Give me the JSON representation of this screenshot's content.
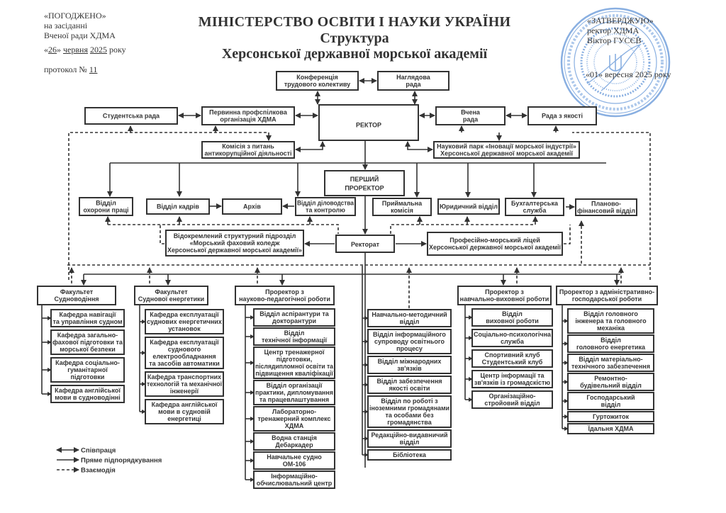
{
  "header_left": {
    "approved_label": "«ПОГОДЖЕНО»",
    "line2": "на засіданні",
    "line3": "Вченої ради ХДМА",
    "date_day": "26",
    "date_month": "червня",
    "date_year": "2025",
    "date_suffix": "року",
    "protocol_label": "протокол №",
    "protocol_number": "11"
  },
  "header_right": {
    "approve_label": "«ЗАТВЕРДЖУЮ»",
    "line2": "ректор ХДМА",
    "line3": "Віктор ГУСЄВ",
    "date": "«01» вересня 2025 року",
    "stamp_text": "МІНІСТЕРСТВО ОСВІТИ І НАУКИ УКРАЇНИ ХЕРСОНСЬКА ДЕРЖАВНА МОРСЬКА АКАДЕМІЯ KHERSON STATE MARITIME ACADEMY MINISTRY OF EDUCATION AND SCIENCE OF UKRAINE 02199300",
    "stamp_color": "#2a6fc9"
  },
  "title": {
    "ministry": "МІНІСТЕРСТВО ОСВІТИ І НАУКИ УКРАЇНИ",
    "line2": "Структура",
    "line3": "Херсонської державної морської академії"
  },
  "nodes": {
    "conference": [
      "Конференція",
      "трудового колективу"
    ],
    "supervisory": [
      "Наглядова",
      "рада"
    ],
    "student_council": [
      "Студентська рада"
    ],
    "trade_union": [
      "Первинна профспілкова",
      "організація ХДМА"
    ],
    "rector": [
      "РЕКТОР"
    ],
    "academic_council": [
      "Вчена",
      "рада"
    ],
    "quality_council": [
      "Рада з якості"
    ],
    "anticorruption": [
      "Комісія з питань",
      "антикорупційної діяльності"
    ],
    "science_park": [
      "Науковий парк «Іновації морської індустрії»",
      "Херсонської державної морської академії"
    ],
    "first_vice": [
      "ПЕРШИЙ",
      "ПРОРЕКТОР"
    ],
    "labor_safety": [
      "Відділ",
      "охорони праці"
    ],
    "hr": [
      "Відділ кадрів"
    ],
    "archive": [
      "Архів"
    ],
    "records": [
      "Відділ діловодства",
      "та контролю"
    ],
    "admissions": [
      "Приймальна",
      "комісія"
    ],
    "legal": [
      "Юридичний відділ"
    ],
    "accounting": [
      "Бухгалтерська",
      "служба"
    ],
    "finance": [
      "Планово-",
      "фінансовий відділ"
    ],
    "college": [
      "Відокремлений структурний підрозділ",
      "«Морський фаховий коледж",
      "Херсонської державної морської академії»"
    ],
    "rectorate": [
      "Ректорат"
    ],
    "lyceum": [
      "Професійно-морський ліцей",
      "Херсонської державної морської академії"
    ]
  },
  "columns": [
    {
      "head": [
        "Факультет",
        "Судноводіння"
      ],
      "items": [
        [
          "Кафедра навігації",
          "та управління судном"
        ],
        [
          "Кафедра загально-",
          "фахової підготовки та",
          "морської безпеки"
        ],
        [
          "Кафедра соціально-",
          "гуманітарної",
          "підготовки"
        ],
        [
          "Кафедра англійської",
          "мови в судноводінні"
        ]
      ]
    },
    {
      "head": [
        "Факультет",
        "Суднової енергетики"
      ],
      "items": [
        [
          "Кафедра експлуатації",
          "суднових енергетичних",
          "установок"
        ],
        [
          "Кафедра експлуатації",
          "суднового",
          "електрообладнання",
          "та засобів автоматики"
        ],
        [
          "Кафедра транспортних",
          "технологій та механічної",
          "інженерії"
        ],
        [
          "Кафедра англійської",
          "мови в судновій",
          "енергетиці"
        ]
      ]
    },
    {
      "head": [
        "Проректор з",
        "науково-педагогічної роботи"
      ],
      "items": [
        [
          "Відділ аспірантури та",
          "докторантури"
        ],
        [
          "Відділ",
          "технічної інформації"
        ],
        [
          "Центр тренажерної",
          "підготовки,",
          "післядипломної освіти та",
          "підвищення кваліфікації"
        ],
        [
          "Відділ організації",
          "практики, дипломування",
          "та працевлаштування"
        ],
        [
          "Лабораторно-",
          "тренажерний комплекс",
          "ХДМА"
        ],
        [
          "Водна станція",
          "Дебаркадер"
        ],
        [
          "Навчальне судно",
          "ОМ-106"
        ],
        [
          "Інформаційно-",
          "обчислювальний центр"
        ]
      ]
    },
    {
      "head": [],
      "items": [
        [
          "Навчально-методичний",
          "відділ"
        ],
        [
          "Відділ інформаційного",
          "супроводу освітнього",
          "процесу"
        ],
        [
          "Відділ міжнародних",
          "зв'язків"
        ],
        [
          "Відділ забезпечення",
          "якості освіти"
        ],
        [
          "Відділ по роботі з",
          "іноземними громадянами",
          "та особами без",
          "громадянства"
        ],
        [
          "Редакційно-видавничий",
          "відділ"
        ],
        [
          "Бібліотека"
        ]
      ]
    },
    {
      "head": [
        "Проректор з",
        "навчально-виховної роботи"
      ],
      "items": [
        [
          "Відділ",
          "виховної роботи"
        ],
        [
          "Соціально-психологічна",
          "служба"
        ],
        [
          "Спортивний клуб",
          "Студентський клуб"
        ],
        [
          "Центр інформації та",
          "зв'язків із громадскістю"
        ],
        [
          "Організаційно-",
          "стройовий відділ"
        ]
      ]
    },
    {
      "head": [
        "Проректор з адміністративно-",
        "господарської роботи"
      ],
      "items": [
        [
          "Відділ головного",
          "інженера та головного",
          "механіка"
        ],
        [
          "Відділ",
          "головного енергетика"
        ],
        [
          "Відділ матеріально-",
          "технічного забезпечення"
        ],
        [
          "Ремонтно-",
          "будівельний відділ"
        ],
        [
          "Господарський",
          "відділ"
        ],
        [
          "Гуртожиток"
        ],
        [
          "Їдальня ХДМА"
        ]
      ]
    }
  ],
  "legend": [
    {
      "style": "double-arrow",
      "label": "Співпраця"
    },
    {
      "style": "solid-arrow",
      "label": "Пряме підпорядкування"
    },
    {
      "style": "dashed-arrow",
      "label": "Взаємодія"
    }
  ]
}
